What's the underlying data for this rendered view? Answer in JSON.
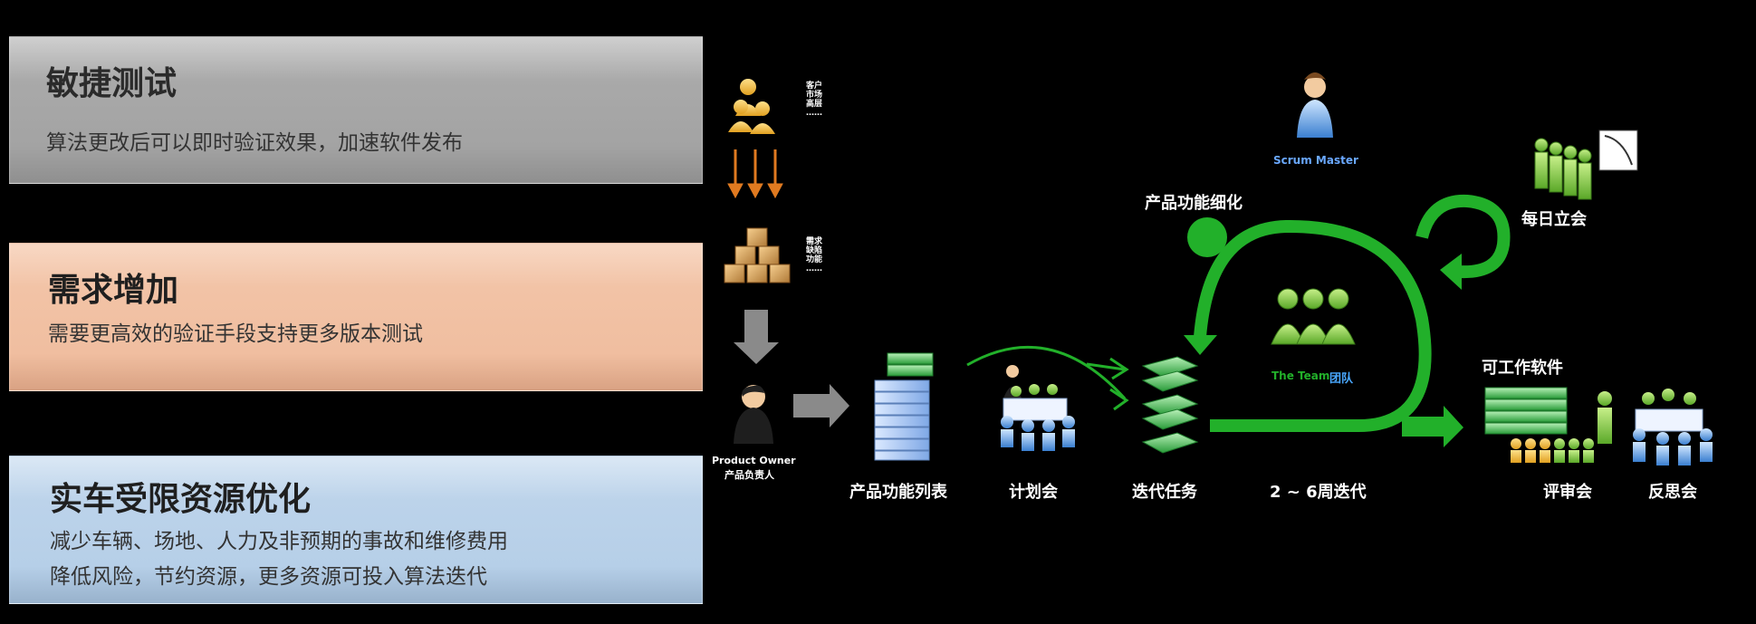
{
  "cards": [
    {
      "title": "敏捷测试",
      "lines": [
        "算法更改后可以即时验证效果，加速软件发布"
      ]
    },
    {
      "title": "需求增加",
      "lines": [
        "需要更高效的验证手段支持更多版本测试"
      ]
    },
    {
      "title": "实车受限资源优化",
      "lines": [
        "减少车辆、场地、人力及非预期的事故和维修费用",
        "降低风险，节约资源，更多资源可投入算法迭代"
      ]
    }
  ],
  "scrum": {
    "product_owner_en": "Product Owner",
    "product_owner_cn": "产品负责人",
    "customers_text": "客户\n市场\n高层\n……",
    "requirements_text": "需求\n缺陷\n功能\n……",
    "backlog": "产品功能列表",
    "planning": "计划会",
    "sprint_tasks": "迭代任务",
    "iteration": "2 ~ 6周迭代",
    "refinement": "产品功能细化",
    "scrum_master": "Scrum Master",
    "team_en": "The Team",
    "team_cn": "团队",
    "daily": "每日立会",
    "shippable": "可工作软件",
    "review": "评审会",
    "retro": "反思会"
  },
  "colors": {
    "green": "#22b02a",
    "orange": "#e07a20",
    "gray_arrow": "#8a8a8a"
  }
}
